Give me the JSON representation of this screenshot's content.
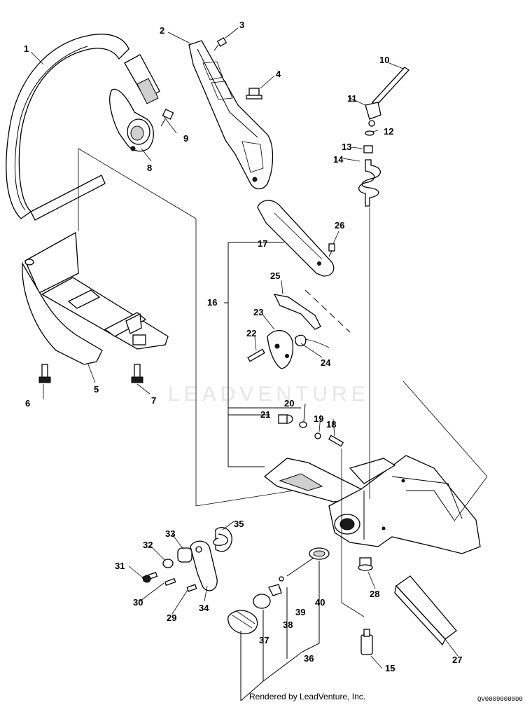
{
  "watermark": "LEADVENTURE",
  "footer": "Rendered by LeadVenture, Inc.",
  "figure_code": "QV0009000000",
  "callouts": [
    "1",
    "2",
    "3",
    "4",
    "5",
    "6",
    "7",
    "8",
    "9",
    "10",
    "11",
    "12",
    "13",
    "14",
    "15",
    "16",
    "17",
    "18",
    "19",
    "20",
    "21",
    "22",
    "23",
    "24",
    "25",
    "26",
    "27",
    "28",
    "29",
    "30",
    "31",
    "32",
    "33",
    "34",
    "35",
    "36",
    "37",
    "38",
    "39",
    "40"
  ]
}
